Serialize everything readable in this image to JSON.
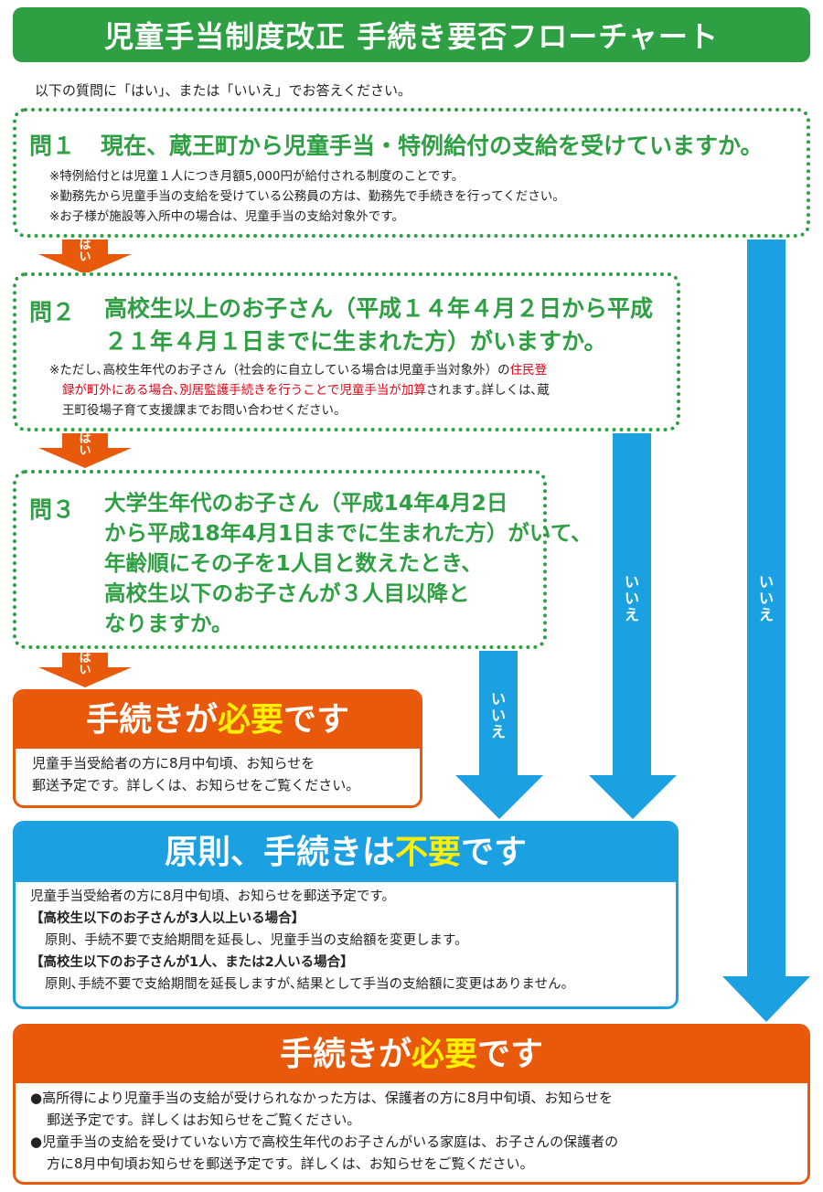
{
  "title": "児童手当制度改正 手続き要否フローチャート",
  "intro": "以下の質問に「はい」、または「いいえ」でお答えください。",
  "q1": {
    "label": "問１",
    "text": "現在、蔵王町から児童手当・特例給付の支給を受けていますか。",
    "notes": [
      "※特例給付とは児童１人につき月額5,000円が給付される制度のことです。",
      "※勤務先から児童手当の支給を受けている公務員の方は、勤務先で手続きを行ってください。",
      "※お子様が施設等入所中の場合は、児童手当の支給対象外です。"
    ]
  },
  "q2": {
    "label": "問２",
    "line1": "高校生以上のお子さん（平成１４年４月２日から平成",
    "line2": "２１年４月１日までに生まれた方）がいますか。",
    "note_a": "※ただし､高校生年代のお子さん（社会的に自立している場合は児童手当対象外）の",
    "note_red1": "住民登",
    "note_red2": "録が町外にある場合､別居監護手続きを行うことで児童手当が加算",
    "note_b": "されます｡詳しくは､蔵",
    "note_c": "王町役場子育て支援課までお問い合わせください。"
  },
  "q3": {
    "label": "問３",
    "lines": [
      "大学生年代のお子さん（平成14年4月2日",
      "から平成18年4月1日までに生まれた方）がいて、",
      "年齢順にその子を1人目と数えたとき、",
      "高校生以下のお子さんが３人目以降と",
      "なりますか。"
    ]
  },
  "arrows": {
    "yes": [
      "は",
      "い"
    ],
    "no": [
      "い",
      "い",
      "え"
    ]
  },
  "result1": {
    "head_a": "手続きが",
    "head_hl": "必要",
    "head_b": "です",
    "lines": [
      "児童手当受給者の方に8月中旬頃、お知らせを",
      "郵送予定です。詳しくは、お知らせをご覧ください。"
    ]
  },
  "result2": {
    "head_a": "原則、手続きは",
    "head_hl": "不要",
    "head_b": "です",
    "line1": "児童手当受給者の方に8月中旬頃、お知らせを郵送予定です。",
    "case1_title": "【高校生以下のお子さんが3人以上いる場合】",
    "case1_body": "原則、手続不要で支給期間を延長し、児童手当の支給額を変更します。",
    "case2_title": "【高校生以下のお子さんが1人、または2人いる場合】",
    "case2_body": "原則､手続不要で支給期間を延長しますが､結果として手当の支給額に変更はありません。"
  },
  "result3": {
    "head_a": "手続きが",
    "head_hl": "必要",
    "head_b": "です",
    "bullet1a": "●高所得により児童手当の支給が受けられなかった方は、保護者の方に8月中旬頃、お知らせを",
    "bullet1b": "郵送予定です。詳しくはお知らせをご覧ください。",
    "bullet2a": "●児童手当の支給を受けていない方で高校生年代のお子さんがいる家庭は、お子さんの保護者の",
    "bullet2b": "方に8月中旬頃お知らせを郵送予定です。詳しくは、お知らせをご覧ください。"
  },
  "colors": {
    "green": "#2ea043",
    "blue": "#1ba1e2",
    "orange": "#e8590c",
    "red": "#e60012",
    "yellow": "#fff000"
  }
}
